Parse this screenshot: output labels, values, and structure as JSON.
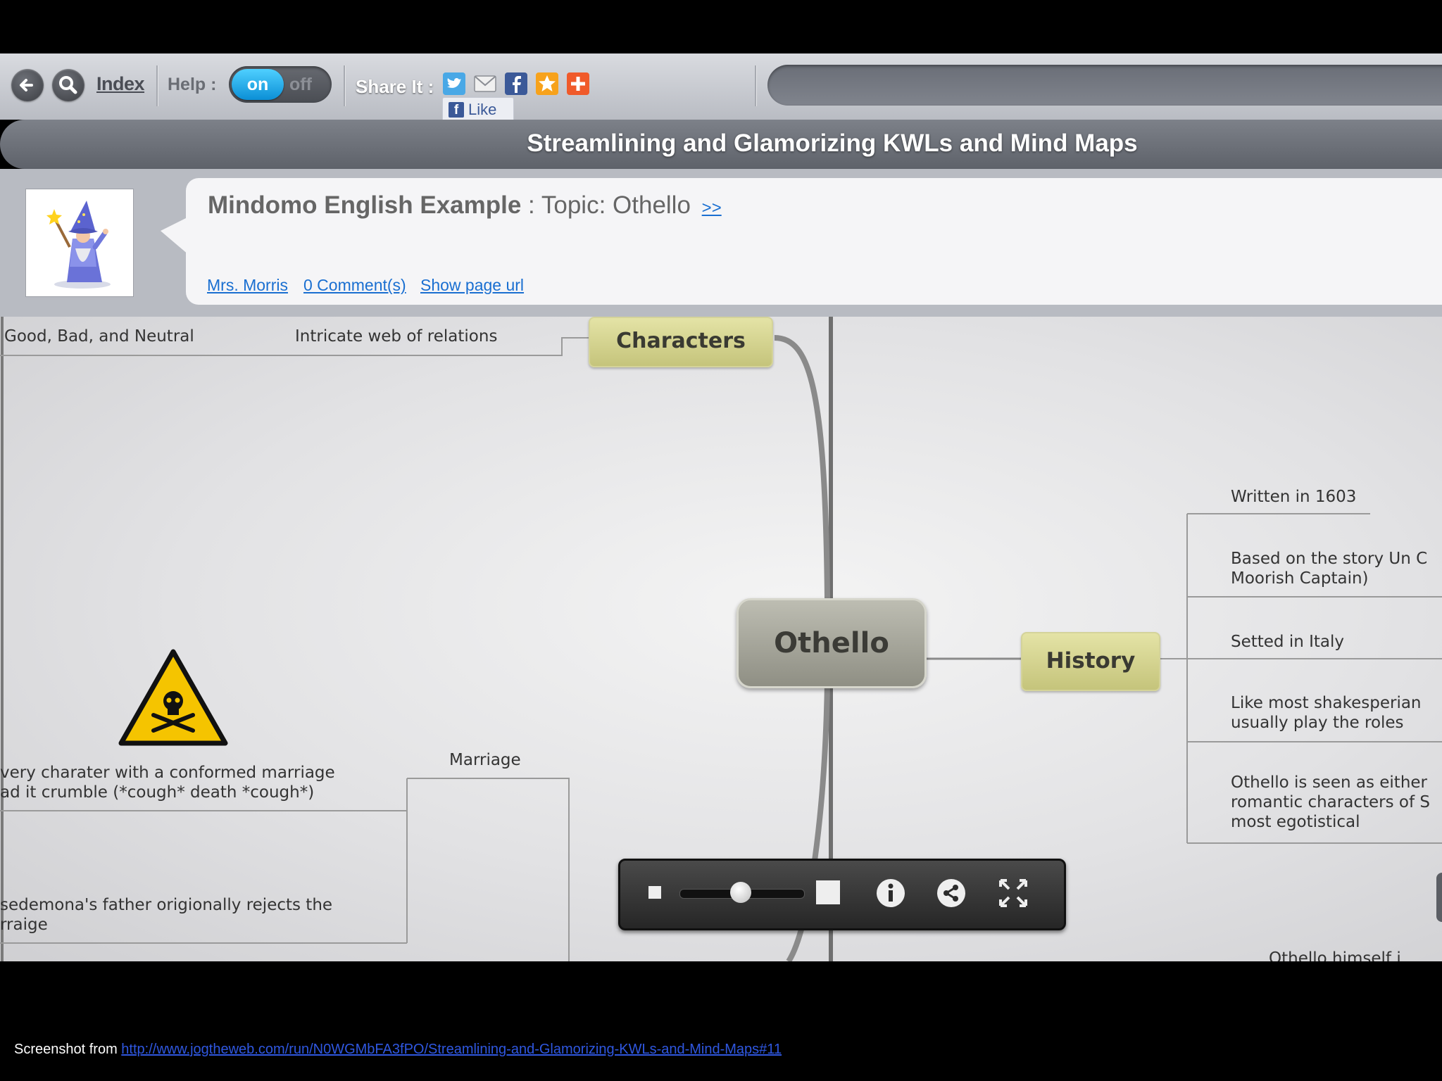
{
  "toolbar": {
    "index_label": "Index",
    "help_label": "Help :",
    "toggle_on": "on",
    "toggle_off": "off",
    "share_label": "Share It :",
    "like_label": "Like",
    "share_icons": [
      "twitter-icon",
      "email-icon",
      "facebook-icon",
      "favorite-star-icon",
      "add-plus-icon"
    ]
  },
  "header": {
    "title": "Streamlining and Glamorizing KWLs and Mind Maps"
  },
  "info": {
    "map_name": "Mindomo English Example",
    "separator": " : ",
    "topic": "Topic: Othello",
    "more_link": ">>",
    "author_link": "Mrs. Morris",
    "comments_link": "0 Comment(s)",
    "page_url_link": "Show page url"
  },
  "mindmap": {
    "central": "Othello",
    "characters": {
      "label": "Characters",
      "items": [
        "Good, Bad, and Neutral",
        "Intricate web of relations"
      ]
    },
    "history": {
      "label": "History",
      "items": [
        "Written in 1603",
        "Based on the story Un C",
        "Moorish Captain)",
        "Setted in Italy",
        "Like most shakesperian",
        "usually play the roles",
        "Othello is seen as either",
        "romantic characters of S",
        "most egotistical"
      ]
    },
    "marriage": {
      "label": "Marriage",
      "items": [
        "very charater with a conformed marriage",
        "ad it crumble (*cough* death *cough*)",
        "sedemona's father origionally rejects the",
        "rraige"
      ]
    },
    "partial_bottom": "Othello himself i"
  },
  "caption": {
    "prefix": "Screenshot from ",
    "link": "http://www.jogtheweb.com/run/N0WGMbFA3fPO/Streamlining-and-Glamorizing-KWLs-and-Mind-Maps#11"
  },
  "colors": {
    "toggle_on": "#0b8fd6",
    "link_blue": "#1a6fd1",
    "topic_node": "#d6d58f",
    "central_node": "#a6a69b"
  }
}
